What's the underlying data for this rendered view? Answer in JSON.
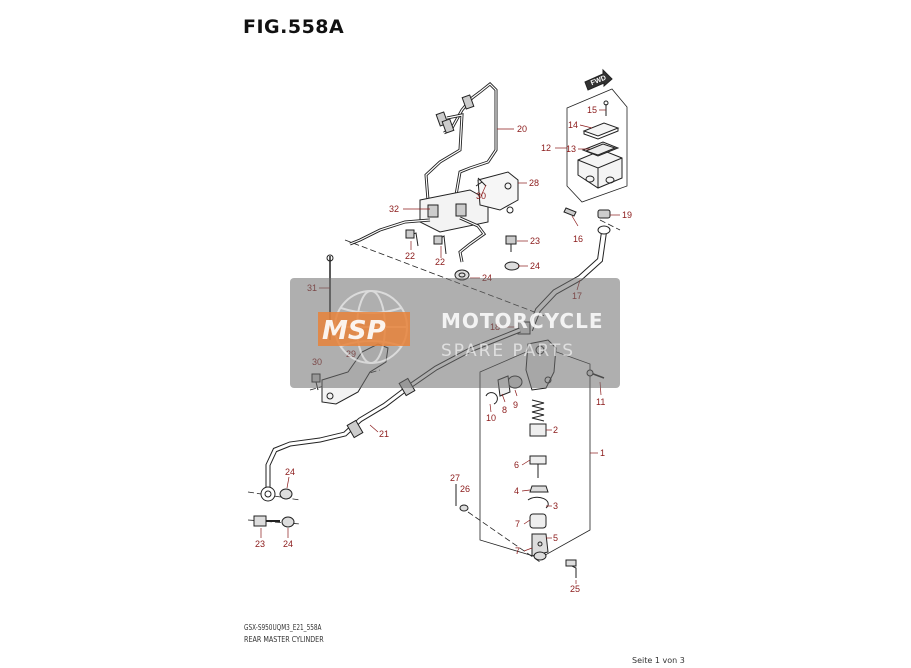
{
  "title": "FIG.558A",
  "footer": {
    "code": "GSX-S950UQM3_E21_558A",
    "name": "REAR MASTER CYLINDER",
    "page": "Seite 1 von 3"
  },
  "fwd_label": "FWD",
  "watermark": {
    "logo_text": "MSP",
    "line1": "MOTORCYCLE",
    "line2": "SPARE PARTS"
  },
  "callouts": [
    "20",
    "28",
    "32",
    "30",
    "22",
    "22",
    "23",
    "24",
    "24",
    "31",
    "18",
    "30",
    "29",
    "21",
    "24",
    "23",
    "24",
    "15",
    "14",
    "13",
    "12",
    "16",
    "19",
    "17",
    "11",
    "8",
    "9",
    "10",
    "2",
    "1",
    "6",
    "4",
    "3",
    "27",
    "26",
    "7",
    "7",
    "5",
    "25"
  ],
  "colors": {
    "label": "#8b1a1a",
    "line": "#222222",
    "watermark_bg": "#6e6e6e"
  }
}
